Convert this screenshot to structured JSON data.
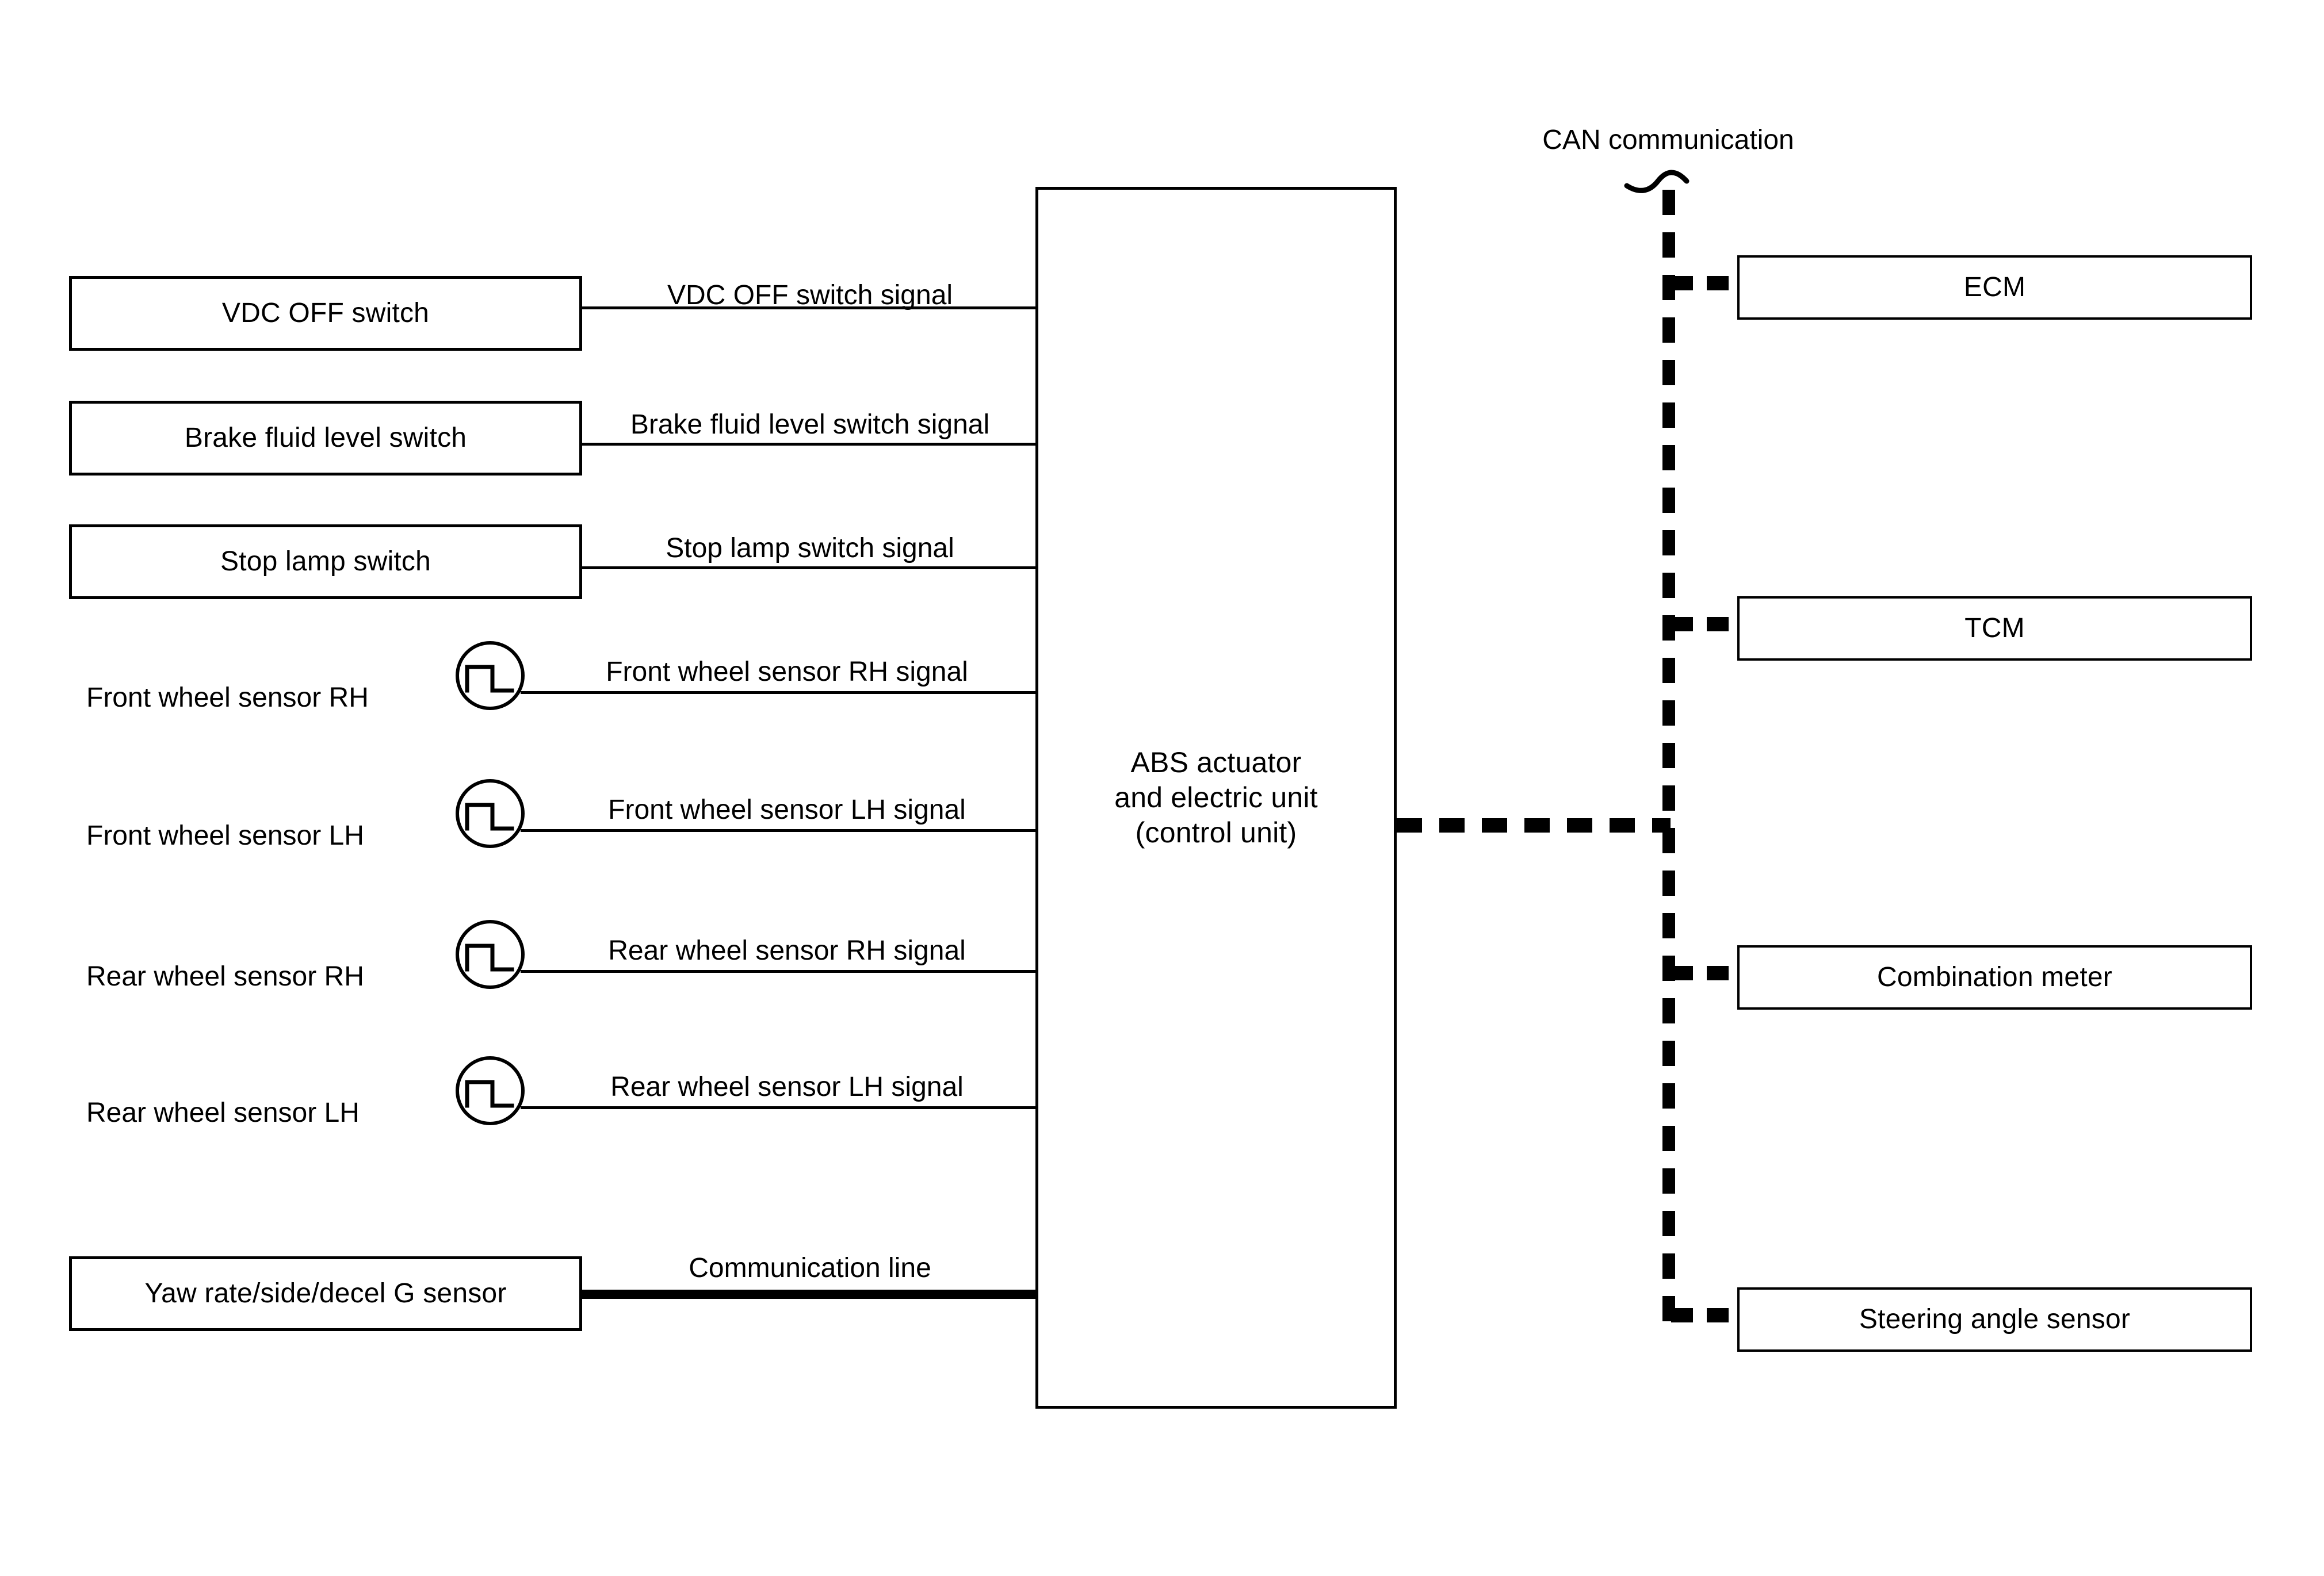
{
  "diagram": {
    "title": "ABS actuator and electric unit system diagram",
    "can_label": "CAN communication",
    "control_unit": {
      "label": "ABS actuator\nand electric unit\n(control unit)"
    },
    "inputs": [
      {
        "id": "vdc-off-switch",
        "box_label": "VDC OFF switch",
        "signal_label": "VDC OFF switch signal",
        "line_type": "signal",
        "has_sensor_symbol": false
      },
      {
        "id": "brake-fluid-level-switch",
        "box_label": "Brake fluid level switch",
        "signal_label": "Brake fluid level switch signal",
        "line_type": "signal",
        "has_sensor_symbol": false
      },
      {
        "id": "stop-lamp-switch",
        "box_label": "Stop lamp switch",
        "signal_label": "Stop lamp switch signal",
        "line_type": "signal",
        "has_sensor_symbol": false
      },
      {
        "id": "front-wheel-sensor-rh",
        "box_label": "Front wheel sensor RH",
        "signal_label": "Front wheel sensor RH signal",
        "line_type": "signal",
        "has_sensor_symbol": true
      },
      {
        "id": "front-wheel-sensor-lh",
        "box_label": "Front wheel sensor LH",
        "signal_label": "Front wheel sensor LH signal",
        "line_type": "signal",
        "has_sensor_symbol": true
      },
      {
        "id": "rear-wheel-sensor-rh",
        "box_label": "Rear wheel sensor RH",
        "signal_label": "Rear wheel sensor RH signal",
        "line_type": "signal",
        "has_sensor_symbol": true
      },
      {
        "id": "rear-wheel-sensor-lh",
        "box_label": "Rear wheel sensor LH",
        "signal_label": "Rear wheel sensor LH signal",
        "line_type": "signal",
        "has_sensor_symbol": true
      },
      {
        "id": "yaw-rate-sensor",
        "box_label": "Yaw rate/side/decel G sensor",
        "signal_label": "Communication line",
        "line_type": "communication",
        "has_sensor_symbol": false
      }
    ],
    "can_nodes": [
      {
        "id": "ecm",
        "label": "ECM"
      },
      {
        "id": "tcm",
        "label": "TCM"
      },
      {
        "id": "combination-meter",
        "label": "Combination meter"
      },
      {
        "id": "steering-angle-sensor",
        "label": "Steering angle sensor"
      }
    ],
    "colors": {
      "line": "#000000",
      "background": "#ffffff"
    }
  }
}
